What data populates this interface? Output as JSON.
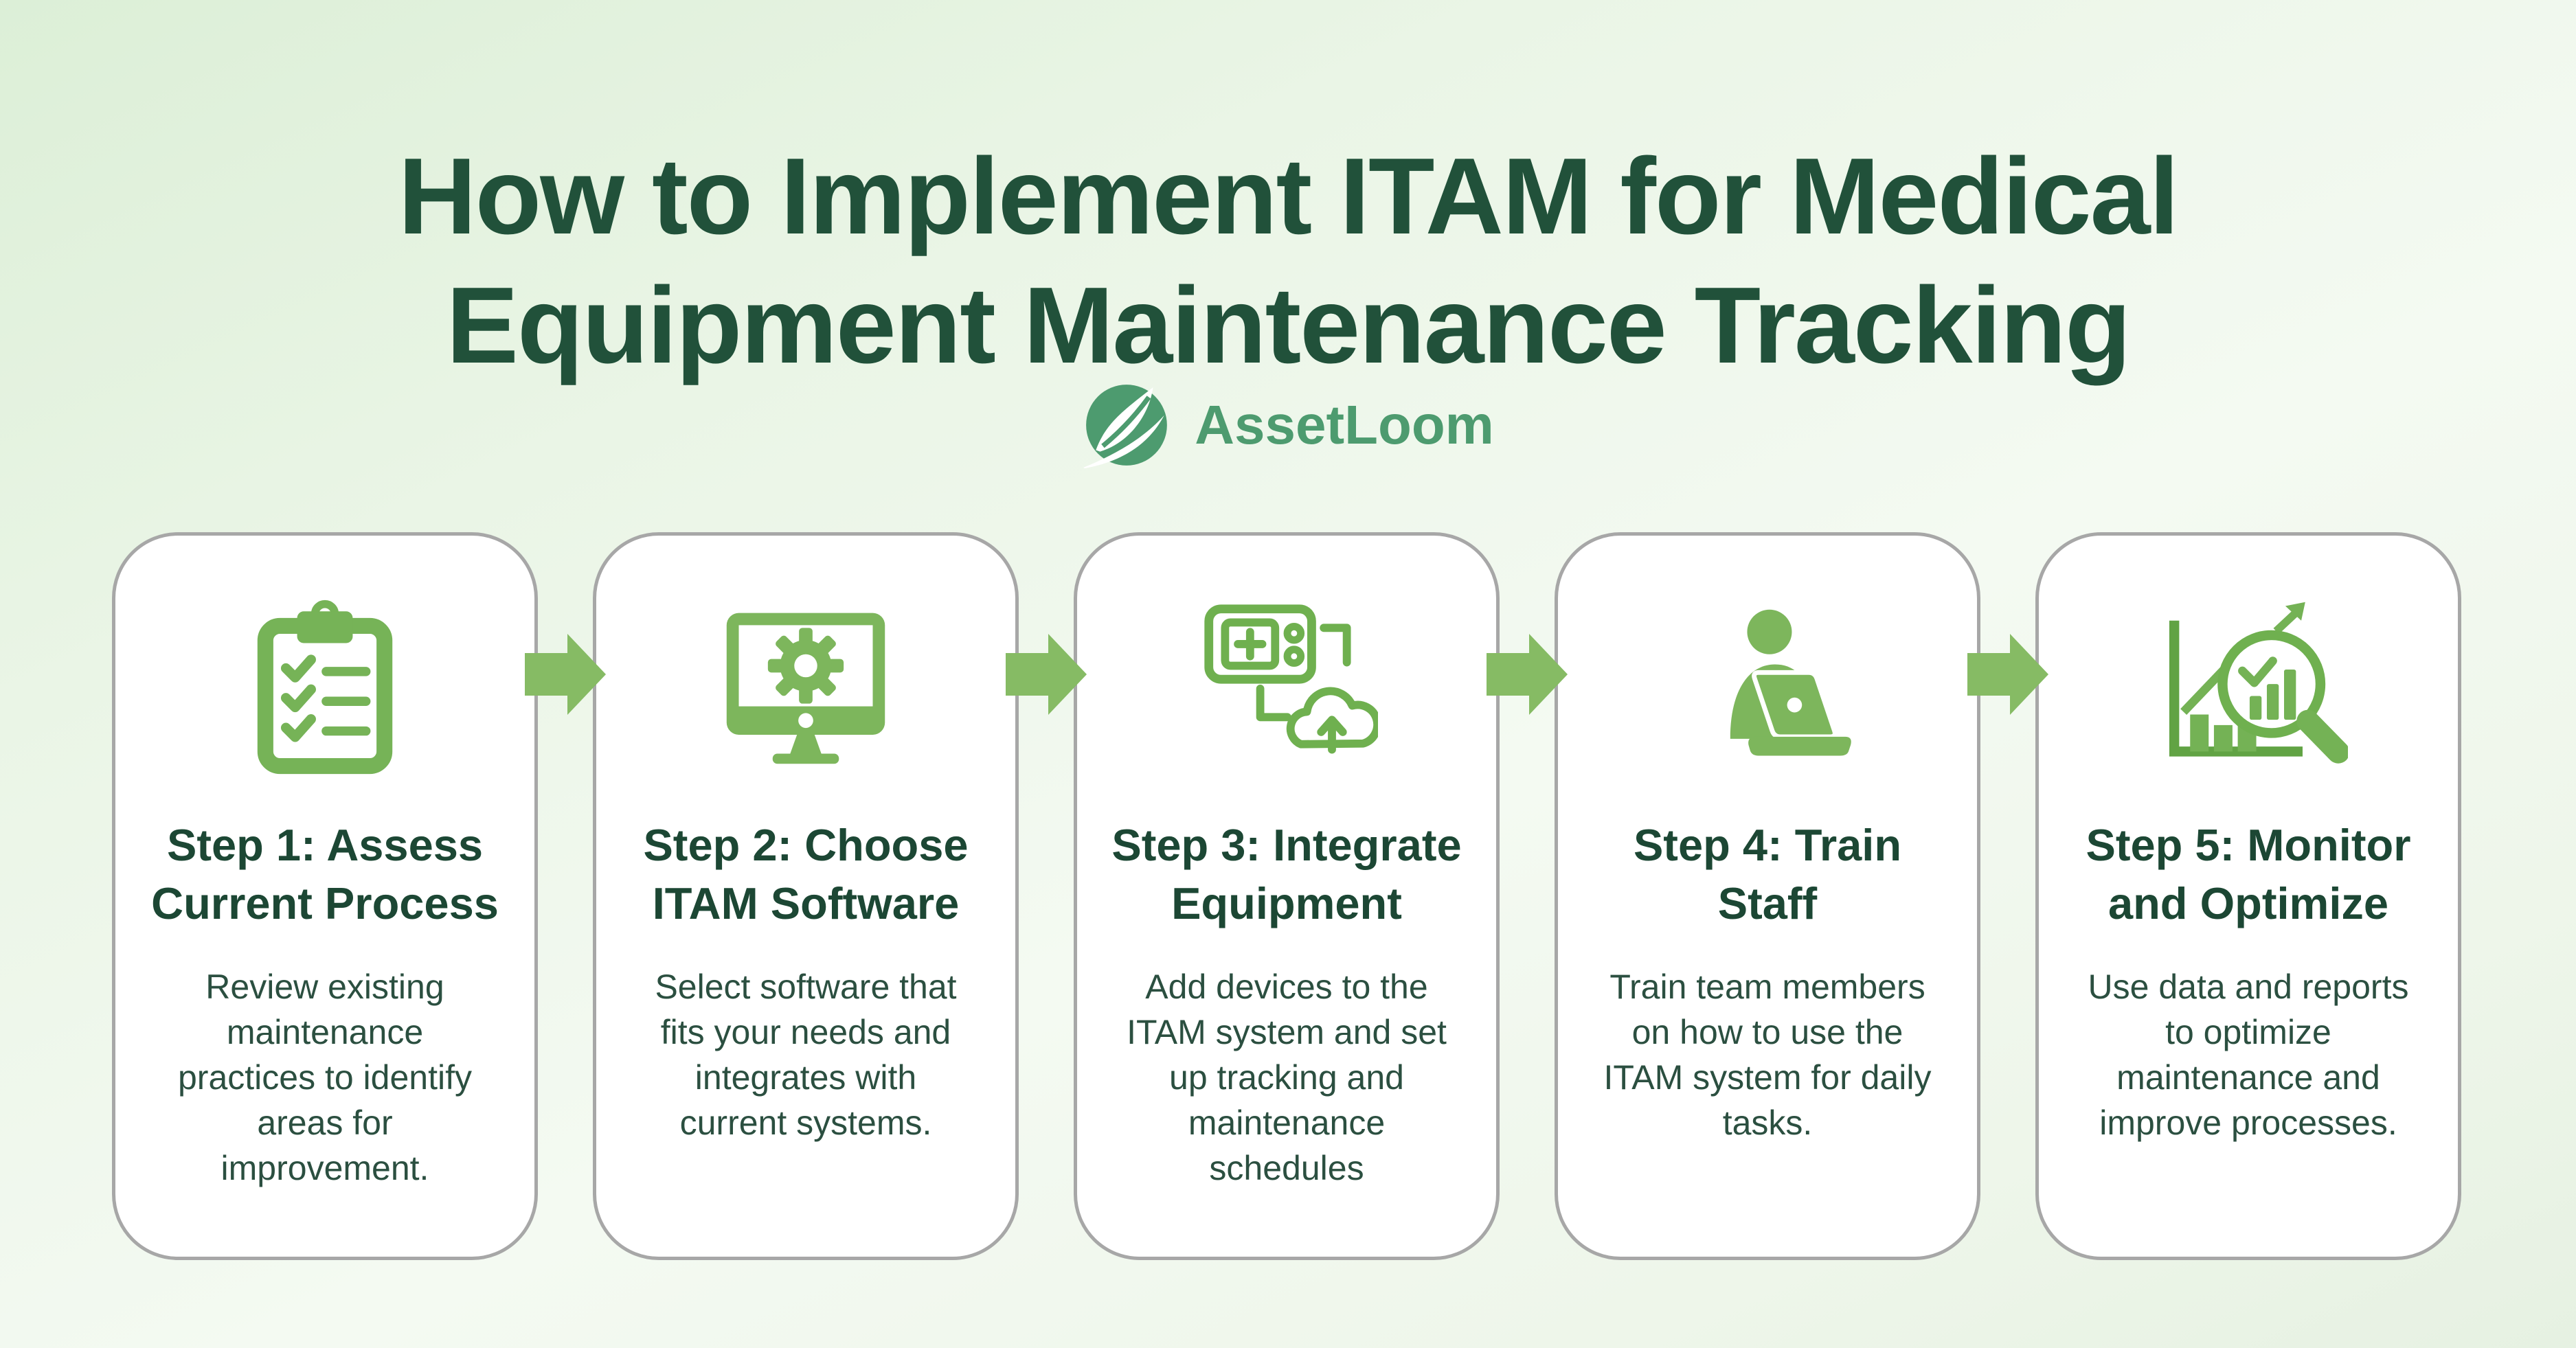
{
  "header": {
    "title_lines": [
      "How to Implement ITAM for Medical",
      "Equipment Maintenance Tracking"
    ]
  },
  "logo": {
    "brand": "AssetLoom",
    "icon": "assetloom-leaf-icon"
  },
  "colors": {
    "title_green": "#21513a",
    "card_title_green": "#1c4734",
    "card_text_green": "#2b4f40",
    "icon_green_fill": "#7db65c",
    "icon_green_line": "#6fb04f",
    "arrow_green": "#86bb64",
    "card_border_gray": "#a7a7a7",
    "card_background": "#ffffff",
    "logo_green": "#4d9b6f"
  },
  "flow": {
    "arrow_icon": "right-arrow-icon",
    "steps": [
      {
        "icon": "clipboard-checklist-icon",
        "title_lines": [
          "Step 1: Assess",
          "Current Process"
        ],
        "description_lines": [
          "Review existing",
          "maintenance",
          "practices to identify",
          "areas for",
          "improvement."
        ]
      },
      {
        "icon": "monitor-gear-icon",
        "title_lines": [
          "Step 2: Choose",
          "ITAM Software"
        ],
        "description_lines": [
          "Select software that",
          "fits your needs and",
          "integrates with",
          "current systems."
        ]
      },
      {
        "icon": "device-cloud-upload-icon",
        "title_lines": [
          "Step 3: Integrate",
          "Equipment"
        ],
        "description_lines": [
          "Add devices to the",
          "ITAM system and set",
          "up tracking and",
          "maintenance",
          "schedules"
        ]
      },
      {
        "icon": "person-laptop-icon",
        "title_lines": [
          "Step 4: Train",
          "Staff"
        ],
        "description_lines": [
          "Train team members",
          "on how to use the",
          "ITAM system for daily",
          "tasks."
        ]
      },
      {
        "icon": "chart-magnifier-icon",
        "title_lines": [
          "Step 5: Monitor",
          "and Optimize"
        ],
        "description_lines": [
          "Use data and reports",
          "to optimize",
          "maintenance and",
          "improve processes."
        ]
      }
    ]
  }
}
